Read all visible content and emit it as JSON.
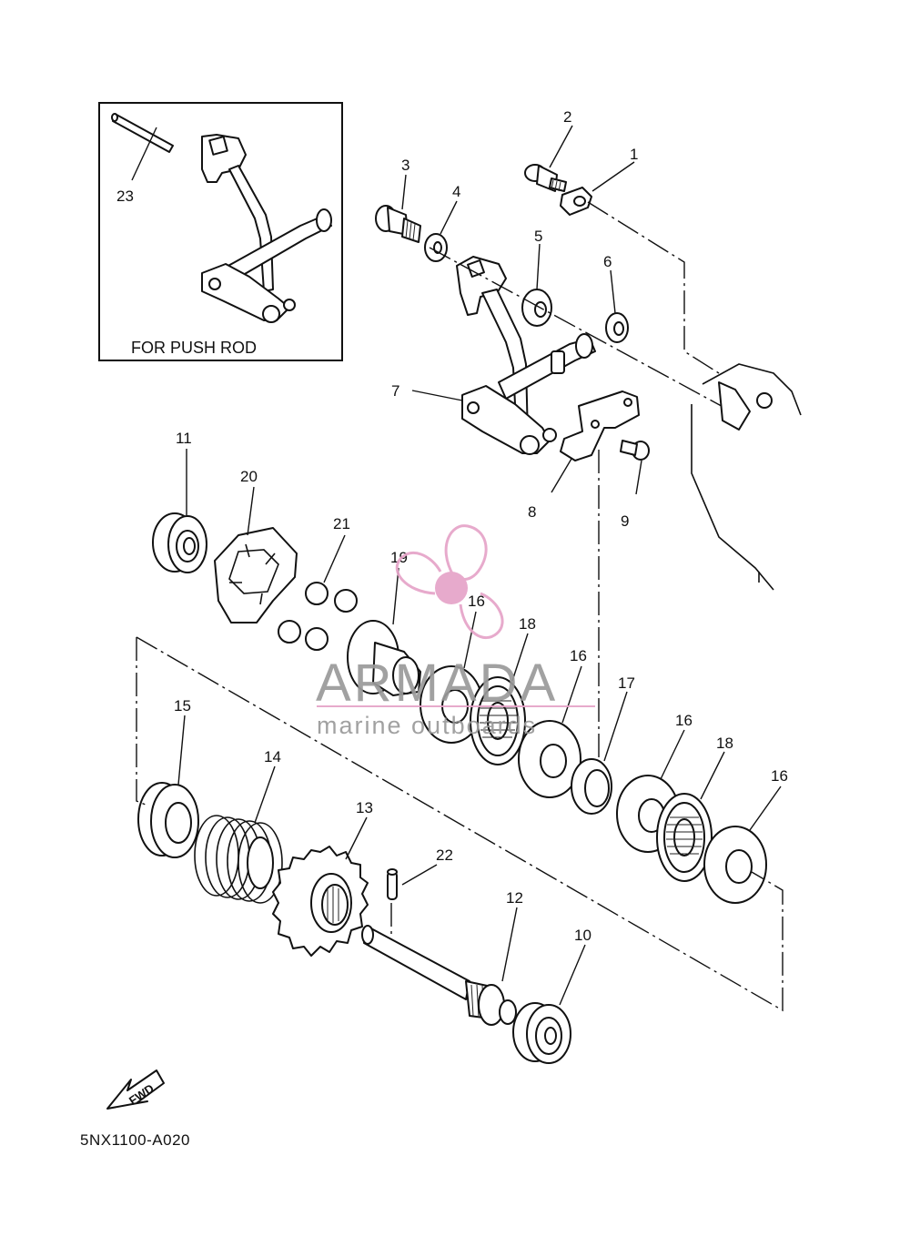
{
  "inset": {
    "caption": "FOR PUSH ROD",
    "callout": "23"
  },
  "callouts": {
    "p1": "1",
    "p2": "2",
    "p3": "3",
    "p4": "4",
    "p5": "5",
    "p6": "6",
    "p7": "7",
    "p8": "8",
    "p9": "9",
    "p10": "10",
    "p11": "11",
    "p12": "12",
    "p13": "13",
    "p14": "14",
    "p15": "15",
    "p16a": "16",
    "p16b": "16",
    "p16c": "16",
    "p16d": "16",
    "p17": "17",
    "p18a": "18",
    "p18b": "18",
    "p19": "19",
    "p20": "20",
    "p21": "21",
    "p22": "22"
  },
  "direction_marker": "FWD",
  "diagram_code": "5NX1100-A020",
  "watermark": {
    "name": "ARMADA",
    "tagline": "marine outboards",
    "color": "#e6a3c8"
  }
}
